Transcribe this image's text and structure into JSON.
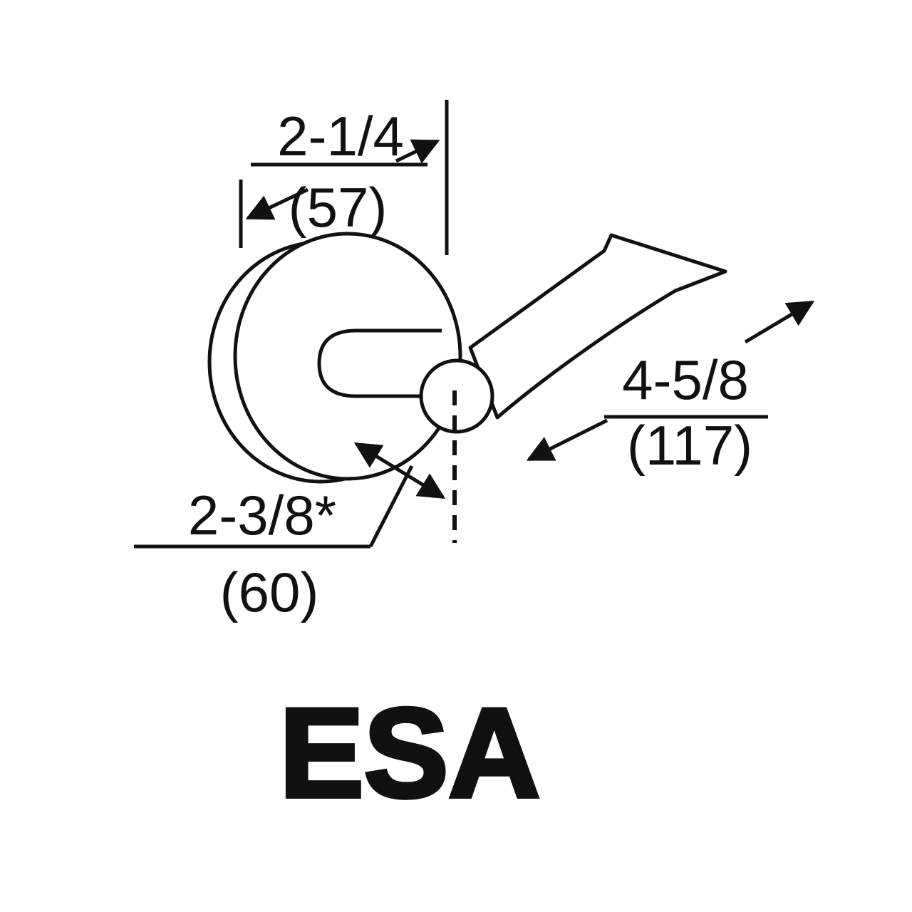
{
  "diagram": {
    "title": "ESA",
    "colors": {
      "line": "#111111",
      "background": "#ffffff"
    },
    "dimensions": {
      "top": {
        "inches": "2-1/4",
        "mm": "(57)"
      },
      "right": {
        "inches": "4-5/8",
        "mm": "(117)"
      },
      "bottom_left": {
        "inches": "2-3/8*",
        "mm": "(60)"
      }
    }
  }
}
